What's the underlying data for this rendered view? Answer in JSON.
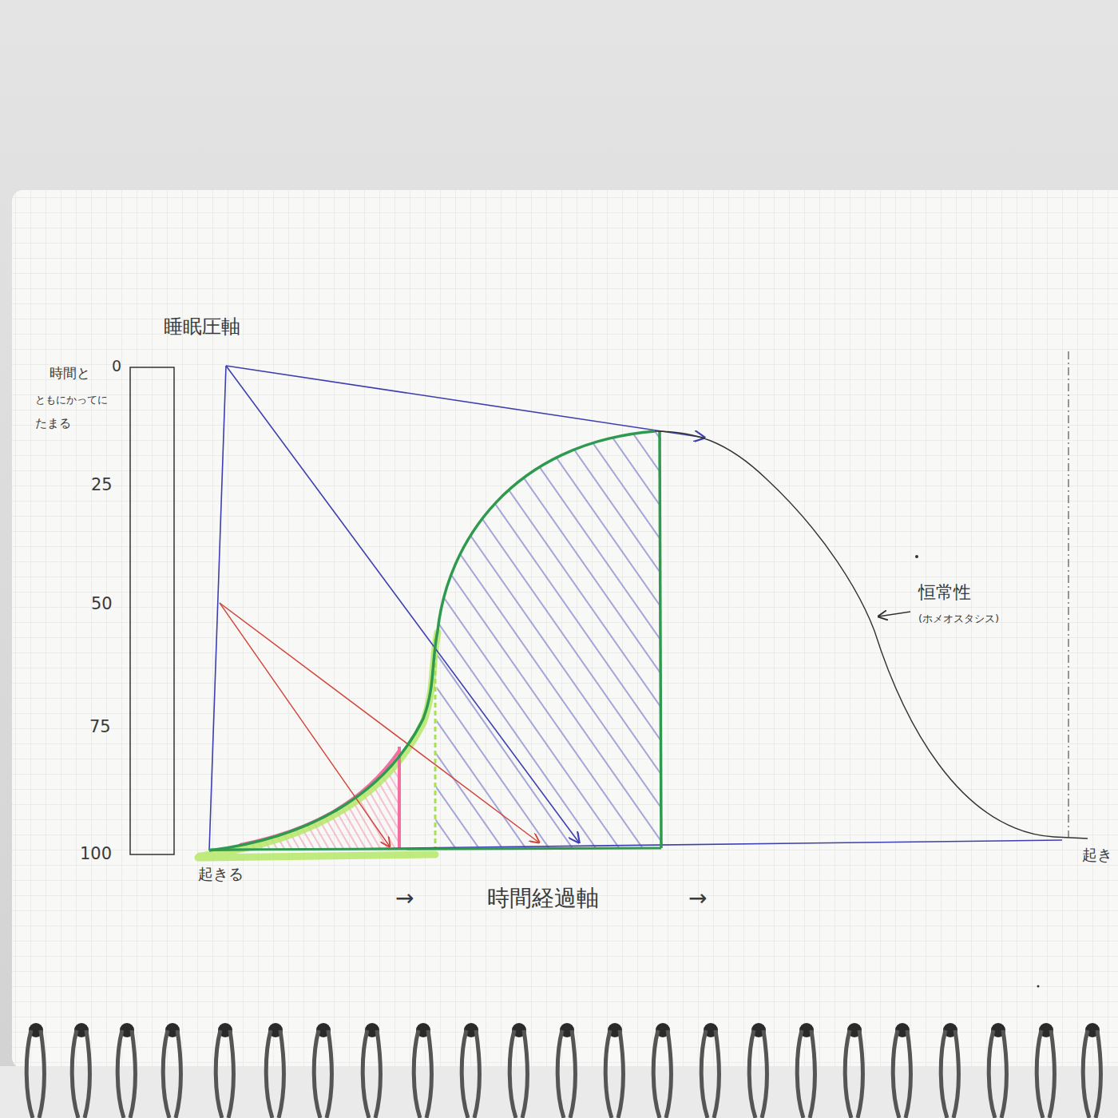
{
  "diagram": {
    "labels": [
      "睡眠圧軸",
      "時間と",
      "ともにかってに",
      "たまる",
      "0",
      "25",
      "50",
      "75",
      "100",
      "恒常性",
      "(ホメオスタシス)",
      "起きる",
      "→",
      "時間経過軸",
      "→",
      "起き"
    ]
  }
}
